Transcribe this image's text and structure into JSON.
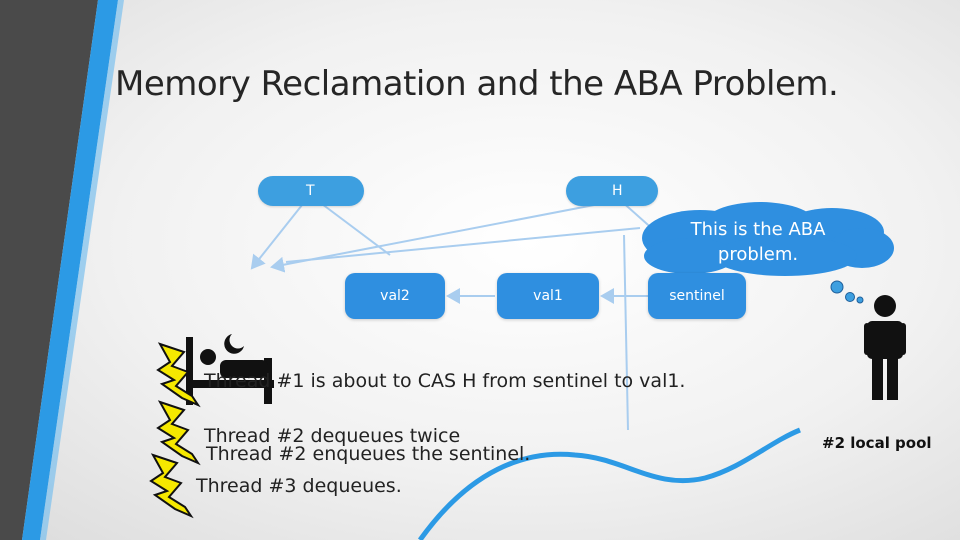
{
  "slide": {
    "title": "Memory Reclamation and the ABA Problem."
  },
  "pointers": {
    "tail_label": "T",
    "head_label": "H"
  },
  "nodes": [
    {
      "label": "val2"
    },
    {
      "label": "val1"
    },
    {
      "label": "sentinel"
    }
  ],
  "thought_bubble": {
    "line1": "This is the ABA",
    "line2": "problem."
  },
  "steps": [
    "Thread #1 is about to CAS H from sentinel to val1.",
    "Thread #2 dequeues twice",
    "Thread #2 enqueues the sentinel.",
    "Thread #3 dequeues."
  ],
  "pool_label": "#2 local pool",
  "icons": [
    "sleeping-thread-icon",
    "moon-icon",
    "lightning-bolt-icon",
    "person-icon",
    "thought-cloud-icon",
    "swoosh-decoration"
  ],
  "colors": {
    "pill_blue": "#3d9fe0",
    "node_blue": "#2f8fe0",
    "arrow_blue": "#a9cdef",
    "lightning_yellow": "#f5e800",
    "accent_blue": "#2c9ae5",
    "dark_stripe": "#4a4a4a"
  }
}
